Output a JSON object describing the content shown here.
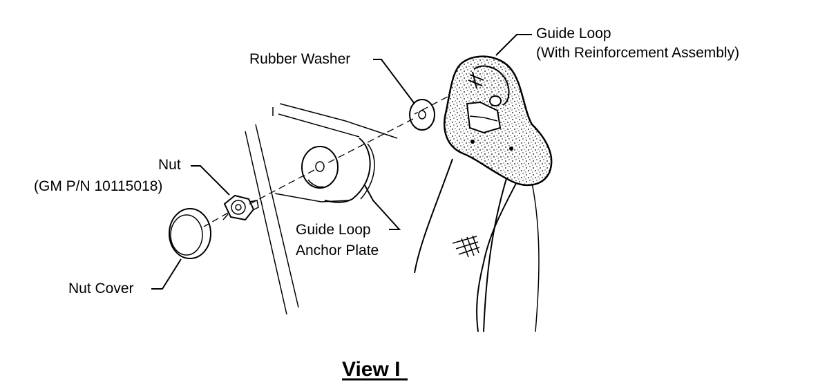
{
  "labels": {
    "guide_loop_line1": "Guide Loop",
    "guide_loop_line2": "(With Reinforcement Assembly)",
    "rubber_washer": "Rubber Washer",
    "nut": "Nut",
    "nut_part_number": "(GM P/N 10115018)",
    "anchor_plate_line1": "Guide Loop",
    "anchor_plate_line2": "Anchor Plate",
    "nut_cover": "Nut Cover"
  },
  "title": "View I"
}
